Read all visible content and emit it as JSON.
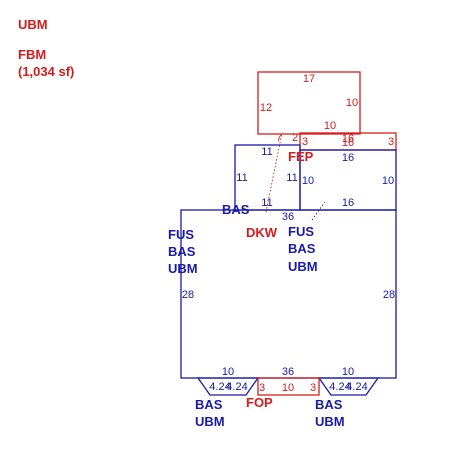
{
  "colors": {
    "blue": "#1a1aa8",
    "red": "#d41c1c"
  },
  "header": {
    "title": "UBM",
    "area_name": "FBM",
    "area_size": "(1,034 sf)"
  },
  "dimensions": {
    "top_17": "17",
    "top_12": "12",
    "top_10_right": "10",
    "top_10_bottom": "10",
    "fep_3_left": "3",
    "fep_16_top": "16",
    "fep_3_right": "3",
    "fep_16_bottom": "16",
    "small_7": "7",
    "small_2": "2",
    "left_bas_top_11": "11",
    "left_bas_left_11": "11",
    "left_bas_right_11": "11",
    "left_bas_bottom_11": "11",
    "right_bas_left_10": "10",
    "right_bas_right_10": "10",
    "right_bas_bottom_16": "16",
    "main_top_36": "36",
    "main_left_28": "28",
    "main_right_28": "28",
    "main_bottom_10_left": "10",
    "main_bottom_36": "36",
    "main_bottom_10_right": "10",
    "bay_left_a": "4.24",
    "bay_left_b": "4.24",
    "bay_right_a": "4.24",
    "bay_right_b": "4.24",
    "fop_3_left": "3",
    "fop_10": "10",
    "fop_3_right": "3"
  },
  "labels": {
    "fep": "FEP",
    "bas_upper": "BAS",
    "dkw": "DKW",
    "main_left": [
      "FUS",
      "BAS",
      "UBM"
    ],
    "main_right": [
      "FUS",
      "BAS",
      "UBM"
    ],
    "bay_left": [
      "BAS",
      "UBM"
    ],
    "fop": "FOP",
    "bay_right": [
      "BAS",
      "UBM"
    ]
  }
}
